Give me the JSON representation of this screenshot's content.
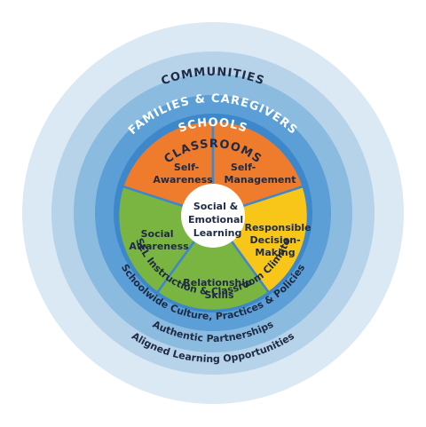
{
  "rings": {
    "communities": "COMMUNITIES",
    "families": "FAMILIES & CAREGIVERS",
    "schools": "SCHOOLS",
    "classrooms": "CLASSROOMS",
    "sel_instruction": "SEL Instruction & Classroom Climate",
    "schoolwide": "Schoolwide Culture, Practices & Policies",
    "authentic": "Authentic Partnerships",
    "aligned": "Aligned Learning Opportunities"
  },
  "center": {
    "line1": "Social &",
    "line2": "Emotional",
    "line3": "Learning"
  },
  "segments": {
    "self_awareness": [
      "Self-",
      "Awareness"
    ],
    "self_management": [
      "Self-",
      "Management"
    ],
    "responsible": [
      "Responsible",
      "Decision-",
      "Making"
    ],
    "relationship": [
      "Relationship",
      "Skills"
    ],
    "social_awareness": [
      "Social",
      "Awareness"
    ]
  },
  "colors": {
    "ring1": "#dbe9f4",
    "ring2": "#b6d3ea",
    "ring3": "#8cbbe0",
    "ring4": "#5b9fd6",
    "ring5": "#3d87cb",
    "orange": "#ef7b2c",
    "green": "#7ab542",
    "yellow": "#f7c619",
    "navy": "#1f2a44",
    "white": "#ffffff"
  }
}
